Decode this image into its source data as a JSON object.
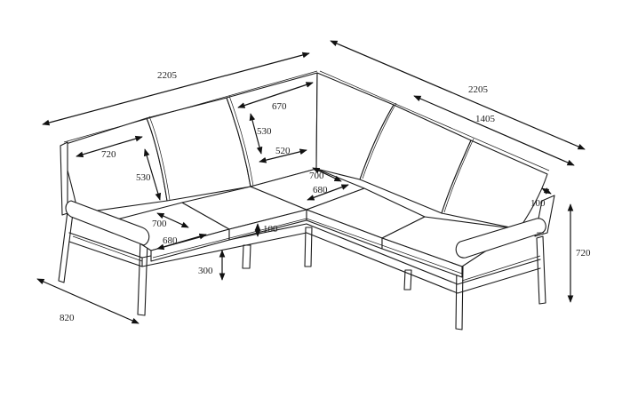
{
  "diagram": {
    "type": "corner sofa dimension drawing",
    "units": "mm",
    "dimensions": {
      "left_total_length": "2205",
      "right_total_length": "2205",
      "right_section_length": "1405",
      "overall_depth": "820",
      "overall_height": "720",
      "seat_height": "300",
      "cushion_thickness_front": "100",
      "cushion_thickness_back": "100",
      "left_back_width": "720",
      "left_back_height": "530",
      "left_seat_depth": "700",
      "left_seat_width": "680",
      "corner_back_top_width": "670",
      "corner_back_height": "530",
      "corner_back_bottom_width": "520",
      "corner_seat_depth": "700",
      "corner_seat_width": "680"
    }
  }
}
